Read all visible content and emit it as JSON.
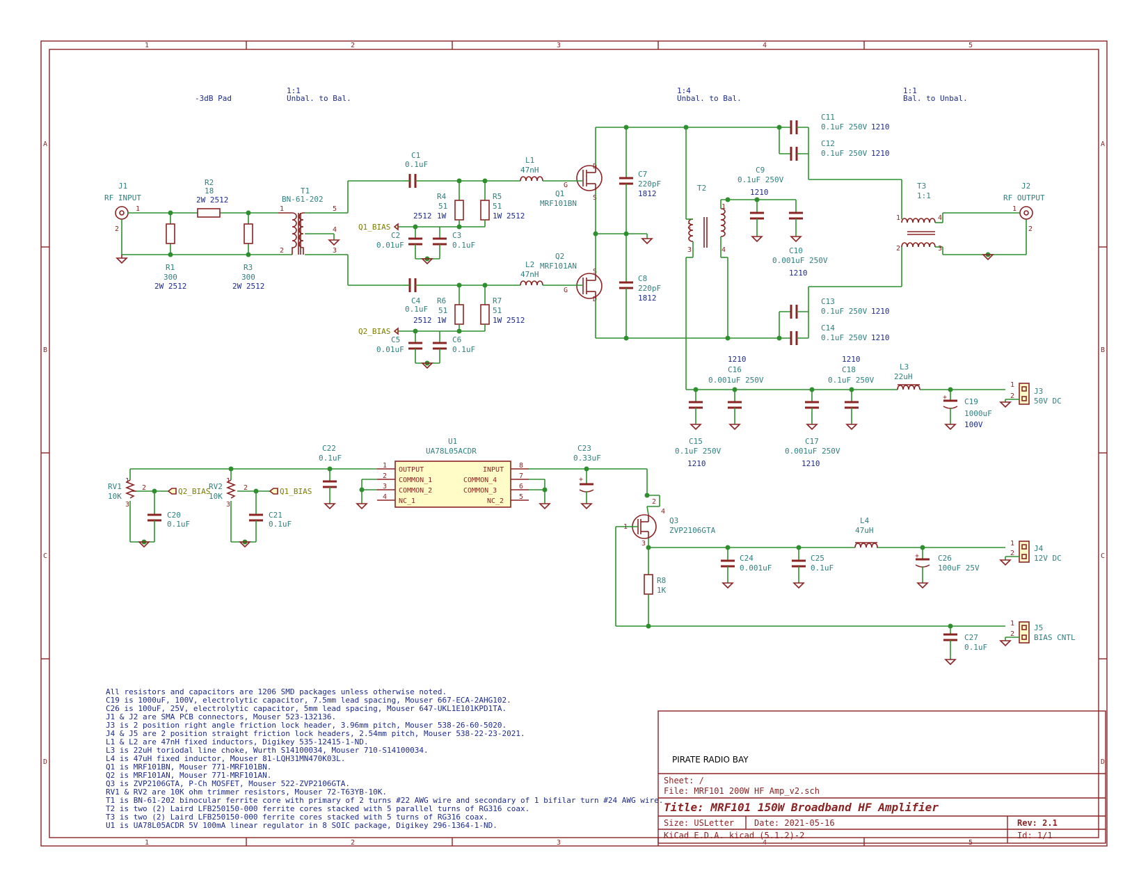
{
  "frame": {
    "columns": [
      "1",
      "2",
      "3",
      "4",
      "5"
    ],
    "rows": [
      "A",
      "B",
      "C",
      "D"
    ]
  },
  "headings": {
    "pad": "-3dB Pad",
    "t1_ratio": "1:1",
    "t1_desc": "Unbal. to Bal.",
    "t2_ratio": "1:4",
    "t2_desc": "Unbal. to Bal.",
    "t3_ratio": "1:1",
    "t3_desc": "Bal. to Unbal."
  },
  "nets": {
    "q1_bias": "Q1_BIAS",
    "q2_bias": "Q2_BIAS"
  },
  "components": {
    "J1": {
      "ref": "J1",
      "value": "RF INPUT"
    },
    "J2": {
      "ref": "J2",
      "value": "RF OUTPUT"
    },
    "J3": {
      "ref": "J3",
      "value": "50V DC"
    },
    "J4": {
      "ref": "J4",
      "value": "12V DC"
    },
    "J5": {
      "ref": "J5",
      "value": "BIAS CNTL"
    },
    "R1": {
      "ref": "R1",
      "value": "300",
      "pkg": "2W 2512"
    },
    "R2": {
      "ref": "R2",
      "value": "18",
      "pkg": "2W 2512"
    },
    "R3": {
      "ref": "R3",
      "value": "300",
      "pkg": "2W 2512"
    },
    "R4": {
      "ref": "R4",
      "value": "51",
      "pkg": "1W",
      "pkg2": "2512"
    },
    "R5": {
      "ref": "R5",
      "value": "51",
      "pkg": "1W 2512"
    },
    "R6": {
      "ref": "R6",
      "value": "51",
      "pkg": "1W",
      "pkg2": "2512"
    },
    "R7": {
      "ref": "R7",
      "value": "51",
      "pkg": "1W 2512"
    },
    "R8": {
      "ref": "R8",
      "value": "1K"
    },
    "T1": {
      "ref": "T1",
      "value": "BN-61-202"
    },
    "T2": {
      "ref": "T2"
    },
    "T3": {
      "ref": "T3",
      "value": "1:1"
    },
    "C1": {
      "ref": "C1",
      "value": "0.1uF"
    },
    "C2": {
      "ref": "C2",
      "value": "0.01uF"
    },
    "C3": {
      "ref": "C3",
      "value": "0.1uF"
    },
    "C4": {
      "ref": "C4",
      "value": "0.1uF"
    },
    "C5": {
      "ref": "C5",
      "value": "0.01uF"
    },
    "C6": {
      "ref": "C6",
      "value": "0.1uF"
    },
    "C7": {
      "ref": "C7",
      "value": "220pF",
      "pkg": "1812"
    },
    "C8": {
      "ref": "C8",
      "value": "220pF",
      "pkg": "1812"
    },
    "C9": {
      "ref": "C9",
      "value": "0.1uF 250V",
      "pkg": "1210"
    },
    "C10": {
      "ref": "C10",
      "value": "0.001uF 250V",
      "pkg": "1210"
    },
    "C11": {
      "ref": "C11",
      "value": "0.1uF 250V",
      "pkg": "1210"
    },
    "C12": {
      "ref": "C12",
      "value": "0.1uF 250V",
      "pkg": "1210"
    },
    "C13": {
      "ref": "C13",
      "value": "0.1uF 250V",
      "pkg": "1210"
    },
    "C14": {
      "ref": "C14",
      "value": "0.1uF 250V",
      "pkg": "1210"
    },
    "C15": {
      "ref": "C15",
      "value": "0.1uF 250V",
      "pkg": "1210"
    },
    "C16": {
      "ref": "C16",
      "value": "0.001uF 250V",
      "pkg": "1210"
    },
    "C17": {
      "ref": "C17",
      "value": "0.001uF 250V",
      "pkg": "1210"
    },
    "C18": {
      "ref": "C18",
      "value": "0.1uF 250V",
      "pkg": "1210"
    },
    "C19": {
      "ref": "C19",
      "value": "1000uF",
      "volt": "100V"
    },
    "C20": {
      "ref": "C20",
      "value": "0.1uF"
    },
    "C21": {
      "ref": "C21",
      "value": "0.1uF"
    },
    "C22": {
      "ref": "C22",
      "value": "0.1uF"
    },
    "C23": {
      "ref": "C23",
      "value": "0.33uF"
    },
    "C24": {
      "ref": "C24",
      "value": "0.001uF"
    },
    "C25": {
      "ref": "C25",
      "value": "0.1uF"
    },
    "C26": {
      "ref": "C26",
      "value": "100uF 25V"
    },
    "C27": {
      "ref": "C27",
      "value": "0.1uF"
    },
    "L1": {
      "ref": "L1",
      "value": "47nH"
    },
    "L2": {
      "ref": "L2",
      "value": "47nH"
    },
    "L3": {
      "ref": "L3",
      "value": "22uH"
    },
    "L4": {
      "ref": "L4",
      "value": "47uH"
    },
    "Q1": {
      "ref": "Q1",
      "value": "MRF101BN"
    },
    "Q2": {
      "ref": "Q2",
      "value": "MRF101AN"
    },
    "Q3": {
      "ref": "Q3",
      "value": "ZVP2106GTA"
    },
    "RV1": {
      "ref": "RV1",
      "value": "10K"
    },
    "RV2": {
      "ref": "RV2",
      "value": "10K"
    },
    "U1": {
      "ref": "U1",
      "value": "UA78L05ACDR",
      "left_pins": [
        "OUTPUT",
        "COMMON_1",
        "COMMON_2",
        "NC_1"
      ],
      "right_pins": [
        "INPUT",
        "COMMON_4",
        "COMMON_3",
        "NC_2"
      ]
    }
  },
  "notes": [
    "All resistors and capacitors are 1206 SMD packages unless otherwise noted.",
    "C19 is 1000uF, 100V, electrolytic capacitor, 7.5mm lead spacing, Mouser 667-ECA-2AHG102.",
    "C26 is 100uF, 25V, electrolytic capacitor, 5mm lead spacing, Mouser 647-UKL1E101KPD1TA.",
    "J1 & J2 are SMA PCB connectors, Mouser 523-132136.",
    "J3 is 2 position right angle friction lock header, 3.96mm pitch, Mouser 538-26-60-5020.",
    "J4 & J5 are 2 position straight friction lock headers, 2.54mm pitch, Mouser 538-22-23-2021.",
    "L1 & L2 are 47nH fixed inductors, Digikey 535-12415-1-ND.",
    "L3 is 22uH toriodal line choke, Wurth S14100034, Mouser 710-S14100034.",
    "L4 is 47uH fixed inductor, Mouser 81-LQH31MN470K03L.",
    "Q1 is MRF101BN, Mouser 771-MRF101BN.",
    "Q2 is MRF101AN, Mouser 771-MRF101AN.",
    "Q3 is ZVP2106GTA, P-Ch MOSFET, Mouser 522-ZVP2106GTA.",
    "RV1 & RV2 are 10K ohm trimmer resistors, Mouser 72-T63YB-10K.",
    "T1 is BN-61-202 binocular ferrite core with primary of 2 turns #22 AWG wire and secondary of 1 bifilar turn #24 AWG wire.",
    "T2 is two (2) Laird LFB250150-000 ferrite cores stacked with 5 parallel turns of RG316 coax.",
    "T3 is two (2) Laird LFB250150-000 ferrite cores stacked with 5 turns of RG316 coax.",
    "U1 is UA78L05ACDR 5V 100mA linear regulator in 8 SOIC package, Digikey 296-1364-1-ND."
  ],
  "title_block": {
    "company": "PIRATE RADIO BAY",
    "sheet": "Sheet: /",
    "file": "File: MRF101 200W HF Amp_v2.sch",
    "title": "Title: MRF101 150W Broadband HF Amplifier",
    "size": "Size: USLetter",
    "date": "Date: 2021-05-16",
    "rev": "Rev: 2.1",
    "tool": "KiCad E.D.A.  kicad (5.1.2)-2",
    "id": "Id: 1/1"
  }
}
